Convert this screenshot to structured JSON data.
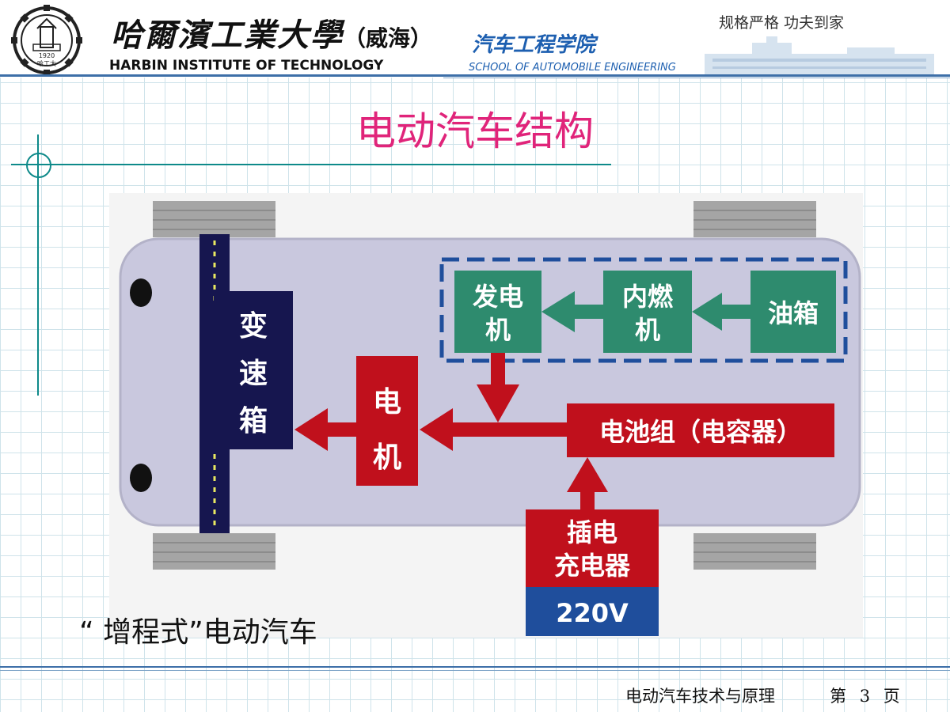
{
  "header": {
    "university_cn": "哈爾濱工業大學",
    "campus_cn": "（威海）",
    "school_cn": "汽车工程学院",
    "university_en": "HARBIN INSTITUTE OF TECHNOLOGY",
    "school_en": "SCHOOL OF AUTOMOBILE ENGINEERING",
    "motto": "规格严格  功夫到家",
    "logo_year": "1920",
    "logo_text": "哈工大"
  },
  "slide": {
    "title": "电动汽车结构",
    "caption": "“ 增程式”电动汽车"
  },
  "diagram": {
    "gearbox": [
      "变",
      "速",
      "箱"
    ],
    "motor": [
      "电",
      "机"
    ],
    "generator": [
      "发电",
      "机"
    ],
    "engine": [
      "内燃",
      "机"
    ],
    "fuel_tank": "油箱",
    "battery": "电池组（电容器）",
    "charger": [
      "插电",
      "充电器"
    ],
    "voltage": "220V"
  },
  "footer": {
    "course": "电动汽车技术与原理",
    "page_prefix": "第",
    "page_number": "3",
    "page_suffix": "页"
  },
  "colors": {
    "title": "#e0247a",
    "school": "#1d5fb0",
    "green_box": "#2e8b6e",
    "red_box": "#c0101c",
    "navy_box": "#16164f",
    "blue_box": "#1f4e9c"
  }
}
